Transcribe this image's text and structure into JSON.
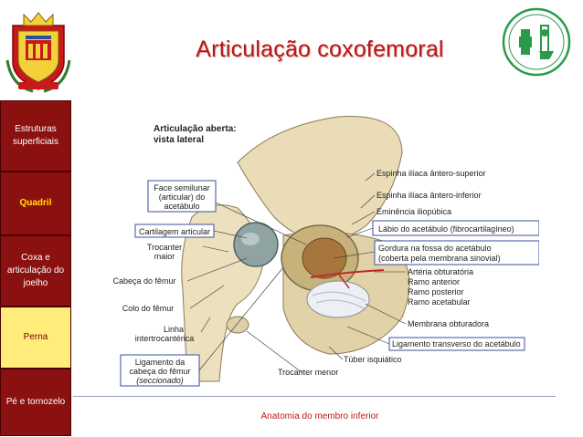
{
  "title": "Articulação coxofemoral",
  "sidebar": {
    "items": [
      {
        "label": "Estruturas superficiais",
        "active": false
      },
      {
        "label": "Quadril",
        "active": true
      },
      {
        "label": "Coxa e articulação do joelho",
        "active": false
      },
      {
        "label": "Perna",
        "active": false
      },
      {
        "label": "Pé e tornozelo",
        "active": false
      }
    ]
  },
  "figure": {
    "heading_line1": "Articulação aberta:",
    "heading_line2": "vista lateral",
    "labels_left": {
      "face_semilunar_1": "Face semilunar",
      "face_semilunar_2": "(articular) do",
      "face_semilunar_3": "acetábulo",
      "cartilagem": "Cartilagem articular",
      "trocanter_maior_1": "Trocanter",
      "trocanter_maior_2": "maior",
      "cabeca_femur": "Cabeça do fêmur",
      "colo_femur": "Colo do fêmur",
      "linha_inter_1": "Linha",
      "linha_inter_2": "intertrocantérica",
      "ligamento_cabeca_1": "Ligamento da",
      "ligamento_cabeca_2": "cabeça do fêmur",
      "ligamento_cabeca_3": "(seccionado)"
    },
    "labels_right": {
      "espinha_sup": "Espinha ilíaca ântero-superior",
      "espinha_inf": "Espinha ilíaca ântero-inferior",
      "eminencia": "Eminência iliopúbica",
      "labio": "Lábio do acetábulo (fibrocartilagíneo)",
      "gordura_1": "Gordura na fossa do acetábulo",
      "gordura_2": "(coberta pela membrana sinovial)",
      "arteria": "Artéria obturatória",
      "ramo_ant": "Ramo anterior",
      "ramo_post": "Ramo posterior",
      "ramo_acet": "Ramo acetabular",
      "membrana": "Membrana obturadora",
      "lig_transverso": "Ligamento transverso do acetábulo",
      "tuber": "Túber isquiático",
      "trocanter_menor": "Trocanter menor"
    }
  },
  "footer": "Anatomia do membro inferior",
  "colors": {
    "title": "#b41919",
    "sidebar_red": "#8b1010",
    "sidebar_yellow": "#ffec7a",
    "active_text": "#ffe800",
    "divider": "#9aa5c5",
    "footer": "#c01818"
  }
}
